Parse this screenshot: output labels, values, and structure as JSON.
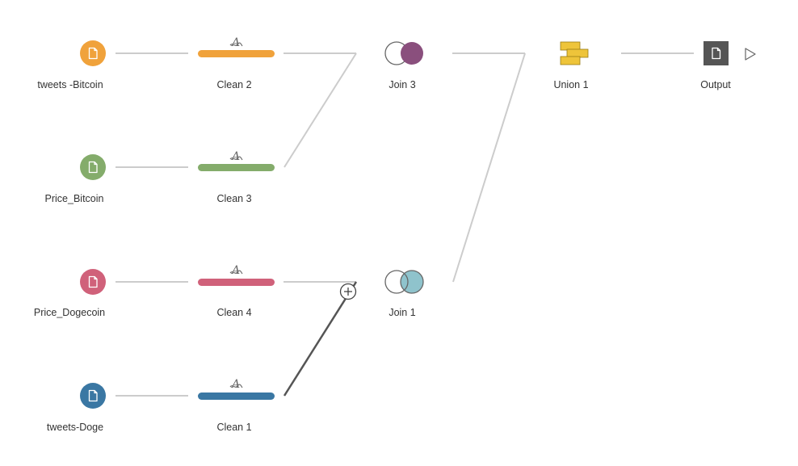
{
  "flow": {
    "inputs": [
      {
        "label": "tweets -Bitcoin",
        "color": "#F0A23B",
        "icon": "file-icon"
      },
      {
        "label": "Price_Bitcoin",
        "color": "#84AC6B",
        "icon": "file-icon"
      },
      {
        "label": "Price_Dogecoin",
        "color": "#D0617A",
        "icon": "file-icon"
      },
      {
        "label": "tweets-Doge",
        "color": "#3A77A3",
        "icon": "file-icon"
      }
    ],
    "cleans": [
      {
        "label": "Clean 2",
        "color": "#F0A23B",
        "icon": "clean-step-icon"
      },
      {
        "label": "Clean 3",
        "color": "#84AC6B",
        "icon": "clean-step-icon"
      },
      {
        "label": "Clean 4",
        "color": "#D0617A",
        "icon": "clean-step-icon"
      },
      {
        "label": "Clean 1",
        "color": "#3A77A3",
        "icon": "clean-step-icon"
      }
    ],
    "joins": [
      {
        "label": "Join 3",
        "color": "#8A4F7D",
        "icon": "join-icon"
      },
      {
        "label": "Join 1",
        "color": "#8FC3CC",
        "icon": "join-icon"
      }
    ],
    "union": {
      "label": "Union 1",
      "color": "#EEC43A",
      "icon": "union-icon"
    },
    "output": {
      "label": "Output",
      "color": "#555555",
      "icon": "output-file-icon"
    },
    "run_icon": "play-icon",
    "add_icon": "plus-circle-icon",
    "connector_color": "#CCCCCC",
    "active_connector_color": "#555555"
  }
}
